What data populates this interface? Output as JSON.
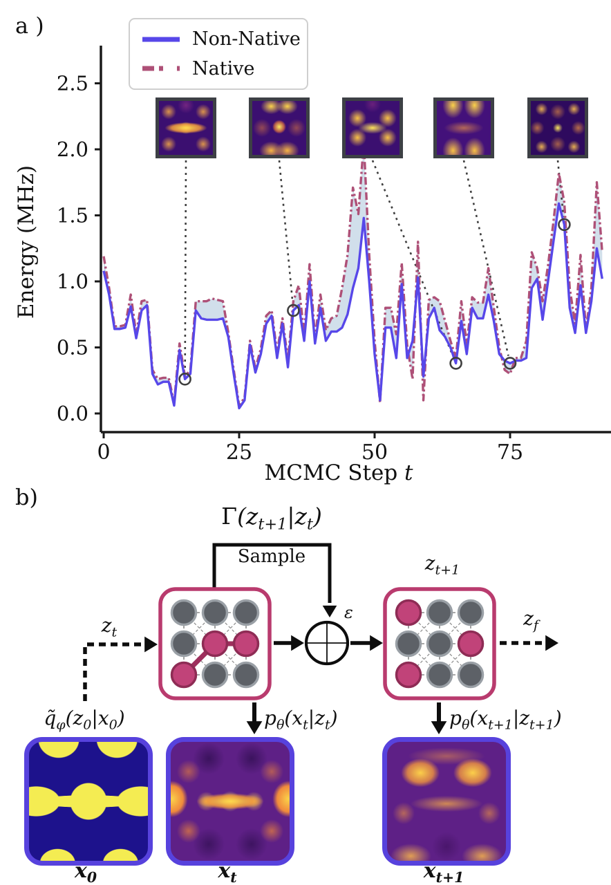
{
  "panel_a": {
    "label": "a )",
    "legend": {
      "items": [
        {
          "label": "Non-Native",
          "color": "#5747e9",
          "style": "solid"
        },
        {
          "label": "Native",
          "color": "#ae5077",
          "style": "dashdot"
        }
      ]
    },
    "chart_data": {
      "type": "line",
      "title": "",
      "xlabel": "MCMC Step *t*",
      "ylabel": "Energy (MHz)",
      "xlim": [
        0,
        93
      ],
      "ylim": [
        -0.14,
        2.93
      ],
      "xticks": [
        "0",
        "25",
        "50",
        "75"
      ],
      "yticks": [
        "0.0",
        "0.5",
        "1.0",
        "1.5",
        "2.0",
        "2.5"
      ],
      "grid": false,
      "legend_position": "upper left",
      "x_start": 0,
      "x_step": 1,
      "fill_between_color": "#ccdbe9",
      "series": [
        {
          "name": "Non-Native",
          "color": "#5747e9",
          "style": "solid",
          "values": [
            1.08,
            0.9,
            0.64,
            0.64,
            0.65,
            0.81,
            0.57,
            0.78,
            0.82,
            0.3,
            0.22,
            0.24,
            0.24,
            0.06,
            0.48,
            0.26,
            0.3,
            0.78,
            0.72,
            0.71,
            0.71,
            0.71,
            0.72,
            0.58,
            0.3,
            0.04,
            0.1,
            0.52,
            0.31,
            0.45,
            0.68,
            0.74,
            0.42,
            0.68,
            0.35,
            0.78,
            0.82,
            0.55,
            1.0,
            0.53,
            0.8,
            0.55,
            0.62,
            0.62,
            0.65,
            0.75,
            0.95,
            1.1,
            1.48,
            1.0,
            0.45,
            0.1,
            0.65,
            0.65,
            0.42,
            0.98,
            0.42,
            0.55,
            1.03,
            0.28,
            0.72,
            0.8,
            0.63,
            0.58,
            0.5,
            0.38,
            0.7,
            0.45,
            0.8,
            0.72,
            0.72,
            0.9,
            0.7,
            0.45,
            0.4,
            0.38,
            0.4,
            0.4,
            0.42,
            0.95,
            1.02,
            0.71,
            1.0,
            1.3,
            1.59,
            1.43,
            0.8,
            0.61,
            0.97,
            0.61,
            0.85,
            1.25,
            1.02
          ]
        },
        {
          "name": "Native",
          "color": "#ae5077",
          "style": "dashdot",
          "values": [
            1.19,
            0.95,
            0.66,
            0.66,
            0.67,
            0.9,
            0.6,
            0.85,
            0.86,
            0.33,
            0.26,
            0.27,
            0.27,
            0.08,
            0.53,
            0.28,
            0.33,
            0.85,
            0.85,
            0.85,
            0.87,
            0.86,
            0.85,
            0.61,
            0.33,
            0.06,
            0.12,
            0.55,
            0.34,
            0.49,
            0.74,
            0.78,
            0.46,
            0.72,
            0.4,
            0.85,
            0.97,
            0.6,
            1.13,
            0.57,
            0.9,
            0.63,
            0.72,
            0.74,
            0.95,
            1.2,
            1.71,
            1.51,
            2.05,
            1.2,
            0.55,
            0.08,
            0.8,
            0.8,
            0.6,
            1.14,
            0.52,
            0.26,
            1.3,
            0.1,
            0.86,
            0.88,
            0.85,
            0.7,
            0.55,
            0.42,
            0.85,
            0.52,
            0.88,
            0.84,
            0.84,
            1.1,
            0.8,
            0.5,
            0.33,
            0.3,
            0.42,
            0.42,
            0.55,
            1.22,
            1.1,
            0.85,
            1.12,
            1.45,
            1.82,
            1.6,
            0.95,
            0.68,
            1.2,
            0.63,
            0.95,
            1.75,
            1.22
          ]
        }
      ],
      "marked_points": [
        {
          "step": 15,
          "energy": 0.26
        },
        {
          "step": 35,
          "energy": 0.78
        },
        {
          "step": 65,
          "energy": 0.38
        },
        {
          "step": 75,
          "energy": 0.38
        },
        {
          "step": 85,
          "energy": 1.43
        }
      ],
      "insets": [
        {
          "name": "state-heatmap-1",
          "links_to_step": 15
        },
        {
          "name": "state-heatmap-2",
          "links_to_step": 35
        },
        {
          "name": "state-heatmap-3",
          "links_to_step": 65
        },
        {
          "name": "state-heatmap-4",
          "links_to_step": 75
        },
        {
          "name": "state-heatmap-5",
          "links_to_step": 85
        }
      ]
    }
  },
  "panel_b": {
    "label": "b)",
    "gamma_label": "Γ(z_{t+1}|z_{t})",
    "sample_label": "Sample",
    "zt_label": "z_{t}",
    "zt1_label": "z_{t+1}",
    "zf_label": "z_{f}",
    "epsilon_label": "ε",
    "encoder_label": "q̃_{φ}(z_{0}|x_{0})",
    "decoder_t_label": "p_{θ}(x_{t}|z_{t})",
    "decoder_t1_label": "p_{θ}(x_{t+1}|z_{t+1})",
    "caption_x0": "x_{0}",
    "caption_xt": "x_{t}",
    "caption_xt1": "x_{t+1}",
    "colors": {
      "box_border": "#b93b6e",
      "node_gray": "#5d6167",
      "node_gray_stroke": "#9aa0a6",
      "node_pink": "#c14379",
      "node_pink_stroke": "#8e2c55",
      "dashed_edge": "#8a8a8a",
      "solid_edge": "#9e2f5d",
      "arrow": "#0d0d0d",
      "image_border": "#5742dd"
    },
    "zt_grid": [
      [
        "gray",
        "gray",
        "gray"
      ],
      [
        "gray",
        "pink",
        "pink"
      ],
      [
        "pink",
        "gray",
        "gray"
      ]
    ],
    "zt_solid_edges": [
      {
        "from": [
          1,
          1
        ],
        "to": [
          1,
          2
        ]
      },
      {
        "from": [
          1,
          1
        ],
        "to": [
          2,
          0
        ]
      }
    ],
    "zt1_grid": [
      [
        "pink",
        "gray",
        "gray"
      ],
      [
        "gray",
        "gray",
        "pink"
      ],
      [
        "pink",
        "gray",
        "gray"
      ]
    ],
    "zt1_solid_edges": []
  }
}
